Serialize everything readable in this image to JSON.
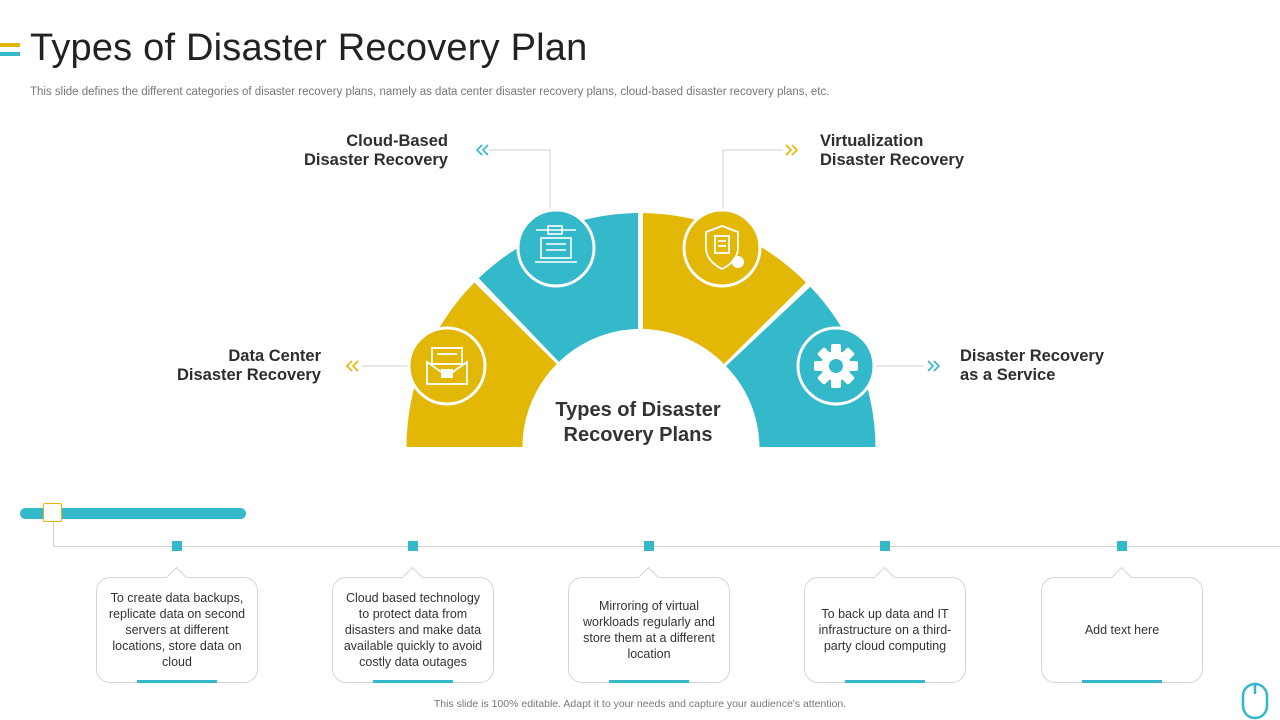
{
  "title": "Types of Disaster Recovery Plan",
  "subtitle": "This slide defines the different categories of disaster recovery plans, namely as data center disaster recovery plans, cloud-based disaster recovery plans, etc.",
  "colors": {
    "teal": "#33b9c9",
    "gold": "#e3b706"
  },
  "center": {
    "line1": "Types of Disaster",
    "line2": "Recovery  Plans"
  },
  "segments": {
    "data_center": {
      "line1": "Data Center",
      "line2": "Disaster Recovery",
      "icon": "envelope-lock-icon"
    },
    "cloud_based": {
      "line1": "Cloud-Based",
      "line2": "Disaster Recovery",
      "icon": "cloud-server-icon"
    },
    "virtualization": {
      "line1": "Virtualization",
      "line2": "Disaster Recovery",
      "icon": "shield-document-icon"
    },
    "service": {
      "line1": "Disaster Recovery",
      "line2": "as a Service",
      "icon": "gear-icon"
    }
  },
  "cards": [
    "To create data backups, replicate data on second servers  at different locations, store data on cloud",
    "Cloud based technology to protect data from disasters and make data available  quickly to avoid costly data outages",
    "Mirroring of virtual workloads regularly and store them at a different location",
    "To back up data and IT infrastructure on a third-party cloud computing",
    "Add text here"
  ],
  "footer": "This slide is 100% editable.  Adapt it to your needs and capture your audience's attention."
}
